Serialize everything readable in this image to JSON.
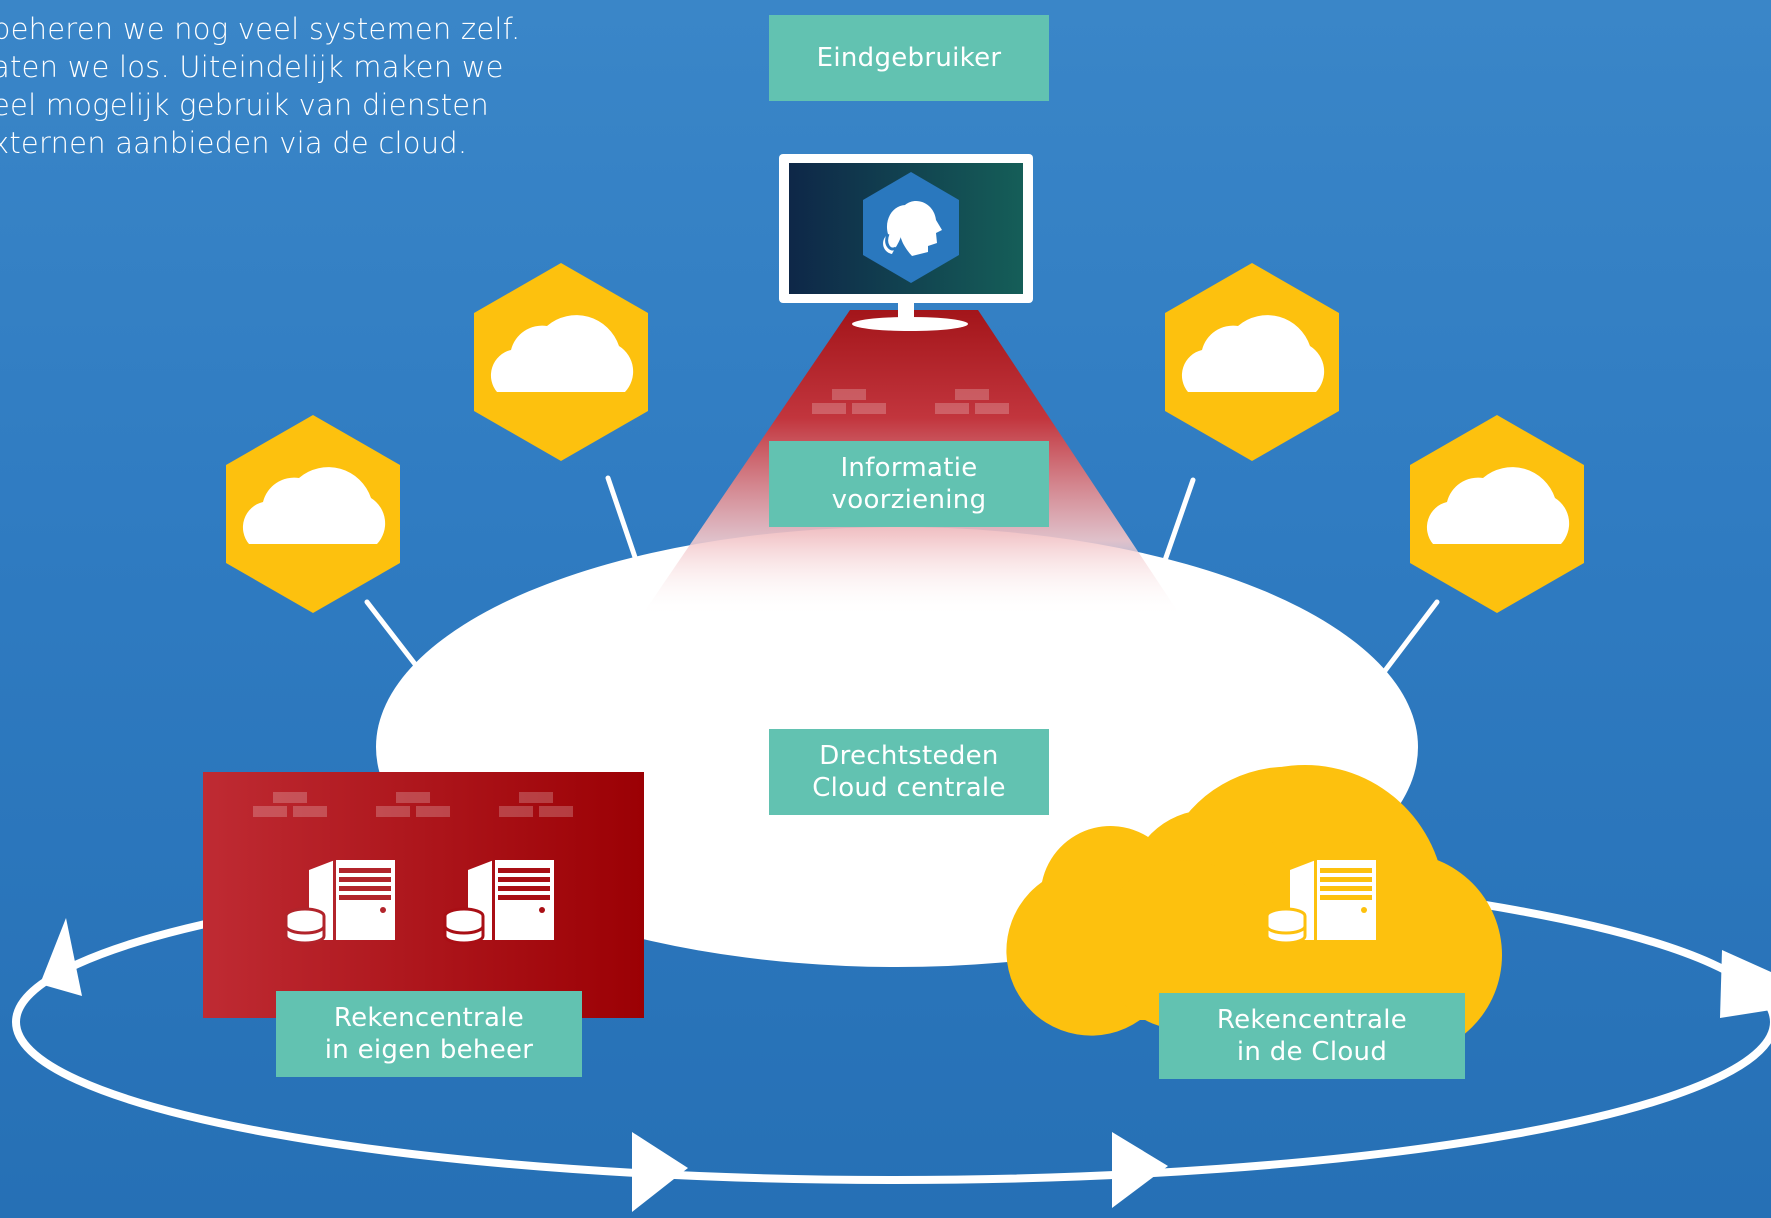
{
  "intro_text": [
    "beheren we nog veel systemen zelf.",
    "aten we los. Uiteindelijk maken we",
    "eel mogelijk gebruik van diensten",
    "xternen aanbieden via de cloud."
  ],
  "labels": {
    "end_user": "Eindgebruiker",
    "information_supply": [
      "Informatie",
      "voorziening"
    ],
    "cloud_central": [
      "Drechtsteden",
      "Cloud centrale"
    ],
    "own_datacenter": [
      "Rekencentrale",
      "in eigen beheer"
    ],
    "cloud_datacenter": [
      "Rekencentrale",
      "in de Cloud"
    ]
  },
  "icons": {
    "monitor": "user-monitor-icon",
    "user_face": "user-profile-icon",
    "cloud_hexagons": "cloud-hexagon-icon",
    "servers": "server-database-icon",
    "firewall": "firewall-brick-icon",
    "cycle_arrows": "arrow-icon"
  },
  "colors": {
    "background": "#2f7bc1",
    "label_teal": "#62c2b1",
    "hexagon_yellow": "#fdc10e",
    "datacenter_red": "#b2141b",
    "white": "#ffffff"
  }
}
